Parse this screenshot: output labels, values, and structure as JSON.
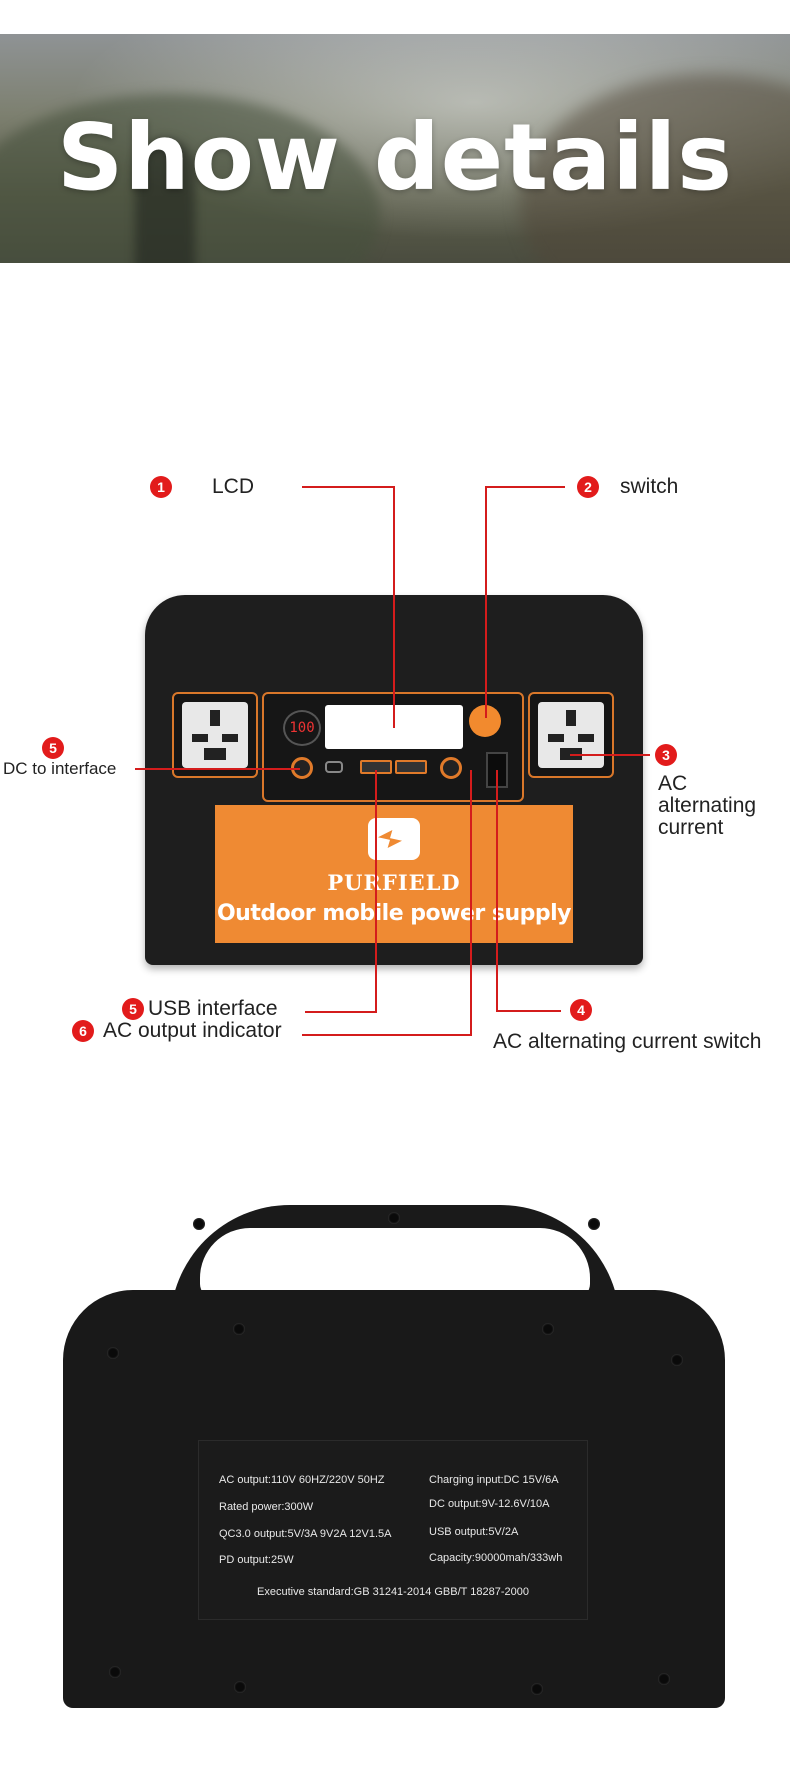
{
  "banner": {
    "title": "Show details"
  },
  "callouts": {
    "lcd": {
      "num": "1",
      "text": "LCD"
    },
    "switch": {
      "num": "2",
      "text": "switch"
    },
    "ac": {
      "num": "3",
      "line1": "AC",
      "line2": "alternating",
      "line3": "current"
    },
    "dc": {
      "num": "5",
      "text": "DC to interface"
    },
    "usb": {
      "num": "5",
      "text": "USB interface"
    },
    "ac_indicator": {
      "num": "6",
      "text": "AC output indicator"
    },
    "ac_switch": {
      "num": "4",
      "text": "AC alternating current switch"
    }
  },
  "device": {
    "display_value": "100",
    "brand": "PURFIELD",
    "tagline": "Outdoor mobile power supply"
  },
  "specs": {
    "ac_output": "AC output:110V 60HZ/220V 50HZ",
    "charging_input": "Charging input:DC 15V/6A",
    "rated_power": "Rated power:300W",
    "dc_output": "DC output:9V-12.6V/10A",
    "qc": "QC3.0  output:5V/3A 9V2A 12V1.5A",
    "usb_output": "USB output:5V/2A",
    "pd_output": "PD output:25W",
    "capacity": "Capacity:90000mah/333wh",
    "standard": "Executive standard:GB 31241-2014 GBB/T 18287-2000"
  },
  "colors": {
    "accent": "#ef8a33",
    "callout": "#e21b1b"
  }
}
